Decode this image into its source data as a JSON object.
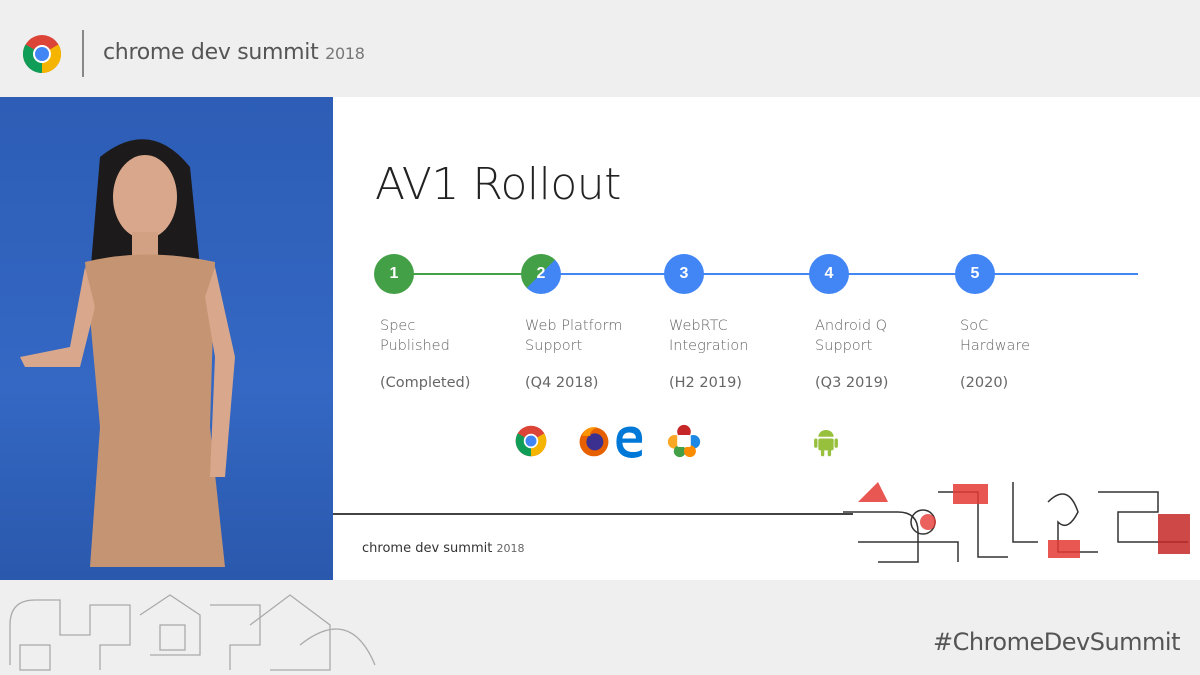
{
  "header": {
    "brand": "chrome dev summit",
    "year": "2018"
  },
  "slide": {
    "title": "AV1 Rollout",
    "steps": [
      {
        "number": "1",
        "line1": "Spec",
        "line2": "Published",
        "date": "(Completed)",
        "status": "complete"
      },
      {
        "number": "2",
        "line1": "Web Platform",
        "line2": "Support",
        "date": "(Q4 2018)",
        "status": "partial"
      },
      {
        "number": "3",
        "line1": "WebRTC",
        "line2": "Integration",
        "date": "(H2 2019)",
        "status": "planned"
      },
      {
        "number": "4",
        "line1": "Android Q",
        "line2": "Support",
        "date": "(Q3 2019)",
        "status": "planned"
      },
      {
        "number": "5",
        "line1": "SoC",
        "line2": "Hardware",
        "date": "(2020)",
        "status": "planned"
      }
    ],
    "footer": {
      "brand": "chrome dev summit",
      "year": "2018"
    },
    "colors": {
      "green": "#43a047",
      "blue": "#4285f4"
    }
  },
  "footer": {
    "hashtag": "#ChromeDevSummit"
  }
}
